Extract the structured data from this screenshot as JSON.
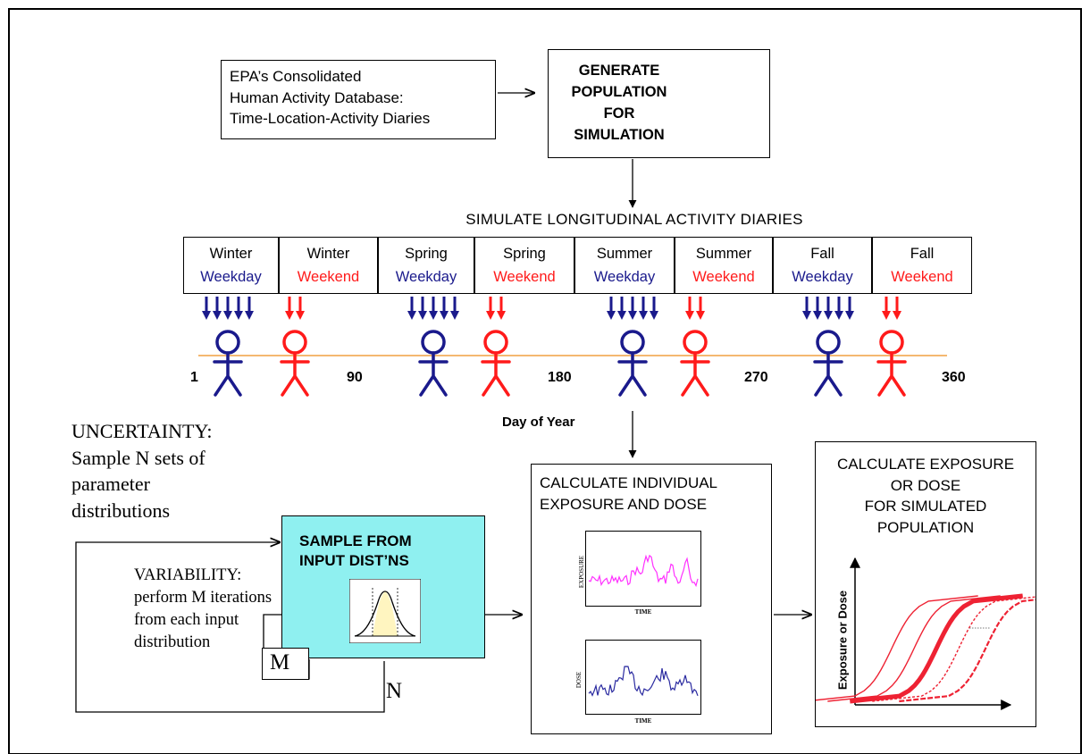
{
  "database": {
    "lines": [
      "EPA’s Consolidated",
      "Human Activity Database:",
      "Time-Location-Activity Diaries"
    ]
  },
  "generate": {
    "lines": [
      "GENERATE",
      "POPULATION",
      "FOR",
      "SIMULATION"
    ]
  },
  "simulate_title": "SIMULATE LONGITUDINAL ACTIVITY DIARIES",
  "periods": [
    {
      "season": "Winter",
      "daytype": "Weekday"
    },
    {
      "season": "Winter",
      "daytype": "Weekend"
    },
    {
      "season": "Spring",
      "daytype": "Weekday"
    },
    {
      "season": "Spring",
      "daytype": "Weekend"
    },
    {
      "season": "Summer",
      "daytype": "Weekday"
    },
    {
      "season": "Summer",
      "daytype": "Weekend"
    },
    {
      "season": "Fall",
      "daytype": "Weekday"
    },
    {
      "season": "Fall",
      "daytype": "Weekend"
    }
  ],
  "day_ticks": [
    "1",
    "90",
    "180",
    "270",
    "360"
  ],
  "day_axis_label": "Day of Year",
  "uncertainty": {
    "lines": [
      "UNCERTAINTY:",
      "Sample N sets of",
      "parameter",
      "distributions"
    ]
  },
  "variability": {
    "lines": [
      "VARIABILITY:",
      "perform M iterations",
      "from each input",
      "distribution"
    ]
  },
  "sample": {
    "lines": [
      "SAMPLE FROM",
      "INPUT DIST’NS"
    ]
  },
  "loop_m": "M",
  "loop_n": "N",
  "individual": {
    "lines": [
      "CALCULATE INDIVIDUAL",
      "EXPOSURE AND DOSE"
    ],
    "exposure_ylabel": "EXPOSURE",
    "exposure_xlabel": "TIME",
    "dose_ylabel": "DOSE",
    "dose_xlabel": "TIME"
  },
  "population": {
    "lines": [
      "CALCULATE EXPOSURE",
      "OR DOSE",
      "FOR SIMULATED",
      "POPULATION"
    ],
    "ylabel": "Exposure or Dose"
  },
  "colors": {
    "weekday": "#1a1a8c",
    "weekend": "#ff1a1a",
    "timeline": "#f0a040",
    "sample_box": "#8ff0f0",
    "bell_fill": "#fff5c0",
    "exposure_trace": "#ff30ff",
    "dose_trace": "#2a2aa0",
    "cdf_curves": "#ee2233"
  }
}
